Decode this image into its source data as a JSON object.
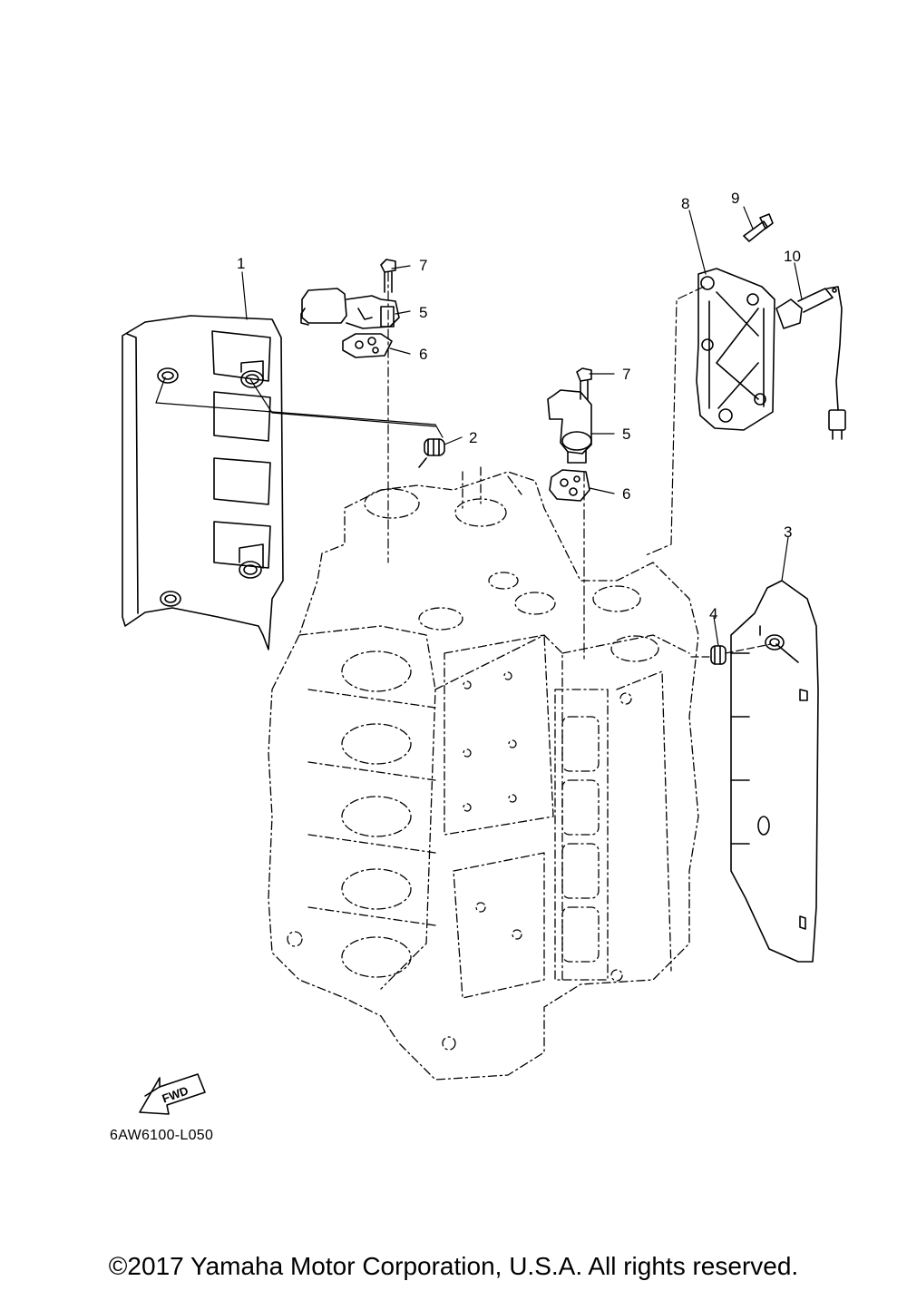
{
  "diagram": {
    "callouts": [
      {
        "id": "c1",
        "label": "1"
      },
      {
        "id": "c2",
        "label": "2"
      },
      {
        "id": "c3",
        "label": "3"
      },
      {
        "id": "c4",
        "label": "4"
      },
      {
        "id": "c5a",
        "label": "5"
      },
      {
        "id": "c5b",
        "label": "5"
      },
      {
        "id": "c6a",
        "label": "6"
      },
      {
        "id": "c6b",
        "label": "6"
      },
      {
        "id": "c7a",
        "label": "7"
      },
      {
        "id": "c7b",
        "label": "7"
      },
      {
        "id": "c8",
        "label": "8"
      },
      {
        "id": "c9",
        "label": "9"
      },
      {
        "id": "c10",
        "label": "10"
      }
    ],
    "fwd_label": "FWD",
    "diagram_code": "6AW6100-L050"
  },
  "footer": {
    "copyright": "©2017 Yamaha Motor Corporation, U.S.A. All rights reserved."
  },
  "colors": {
    "line": "#000000",
    "background": "#ffffff"
  }
}
